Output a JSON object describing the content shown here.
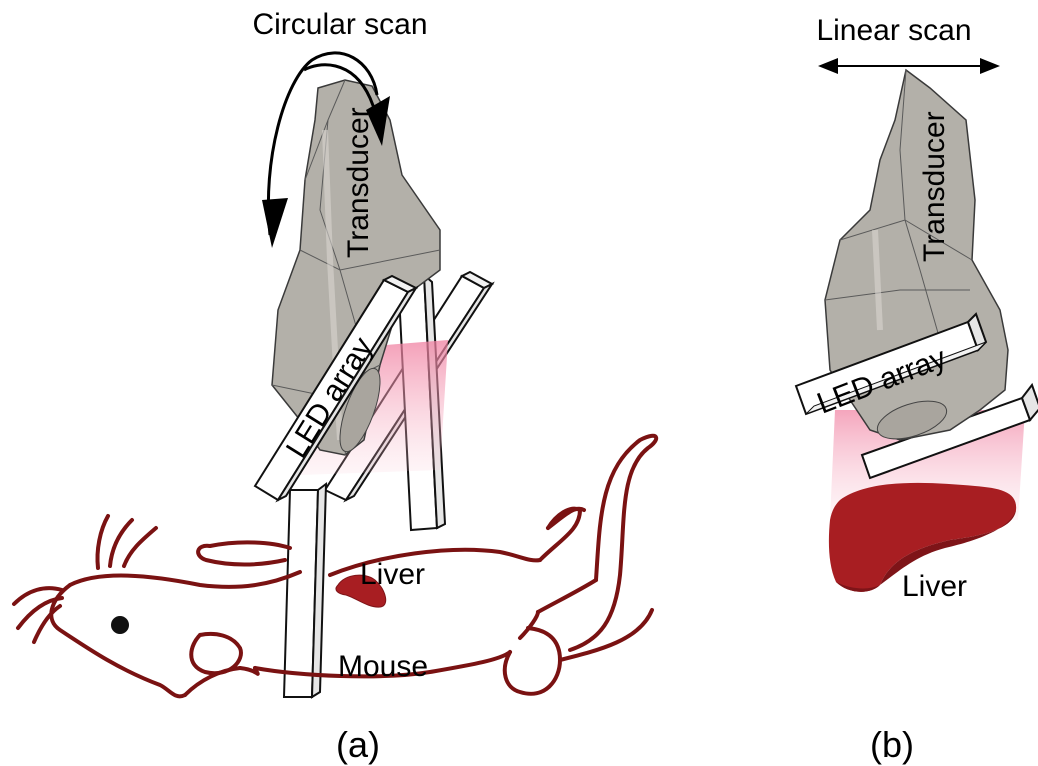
{
  "panels": {
    "a": {
      "scan_label": "Circular scan",
      "transducer_label": "Transducer",
      "led_label": "LED array",
      "liver_label": "Liver",
      "mouse_label": "Mouse",
      "caption": "(a)"
    },
    "b": {
      "scan_label": "Linear scan",
      "transducer_label": "Transducer",
      "led_label": "LED array",
      "liver_label": "Liver",
      "caption": "(b)"
    }
  },
  "colors": {
    "transducer_fill": "#b3b0a9",
    "transducer_stroke": "#3a3a3a",
    "mouse_stroke": "#7a1212",
    "liver": "#a81e22",
    "liver_dark": "#7e1418",
    "light_beam": "#f4a3b8"
  }
}
